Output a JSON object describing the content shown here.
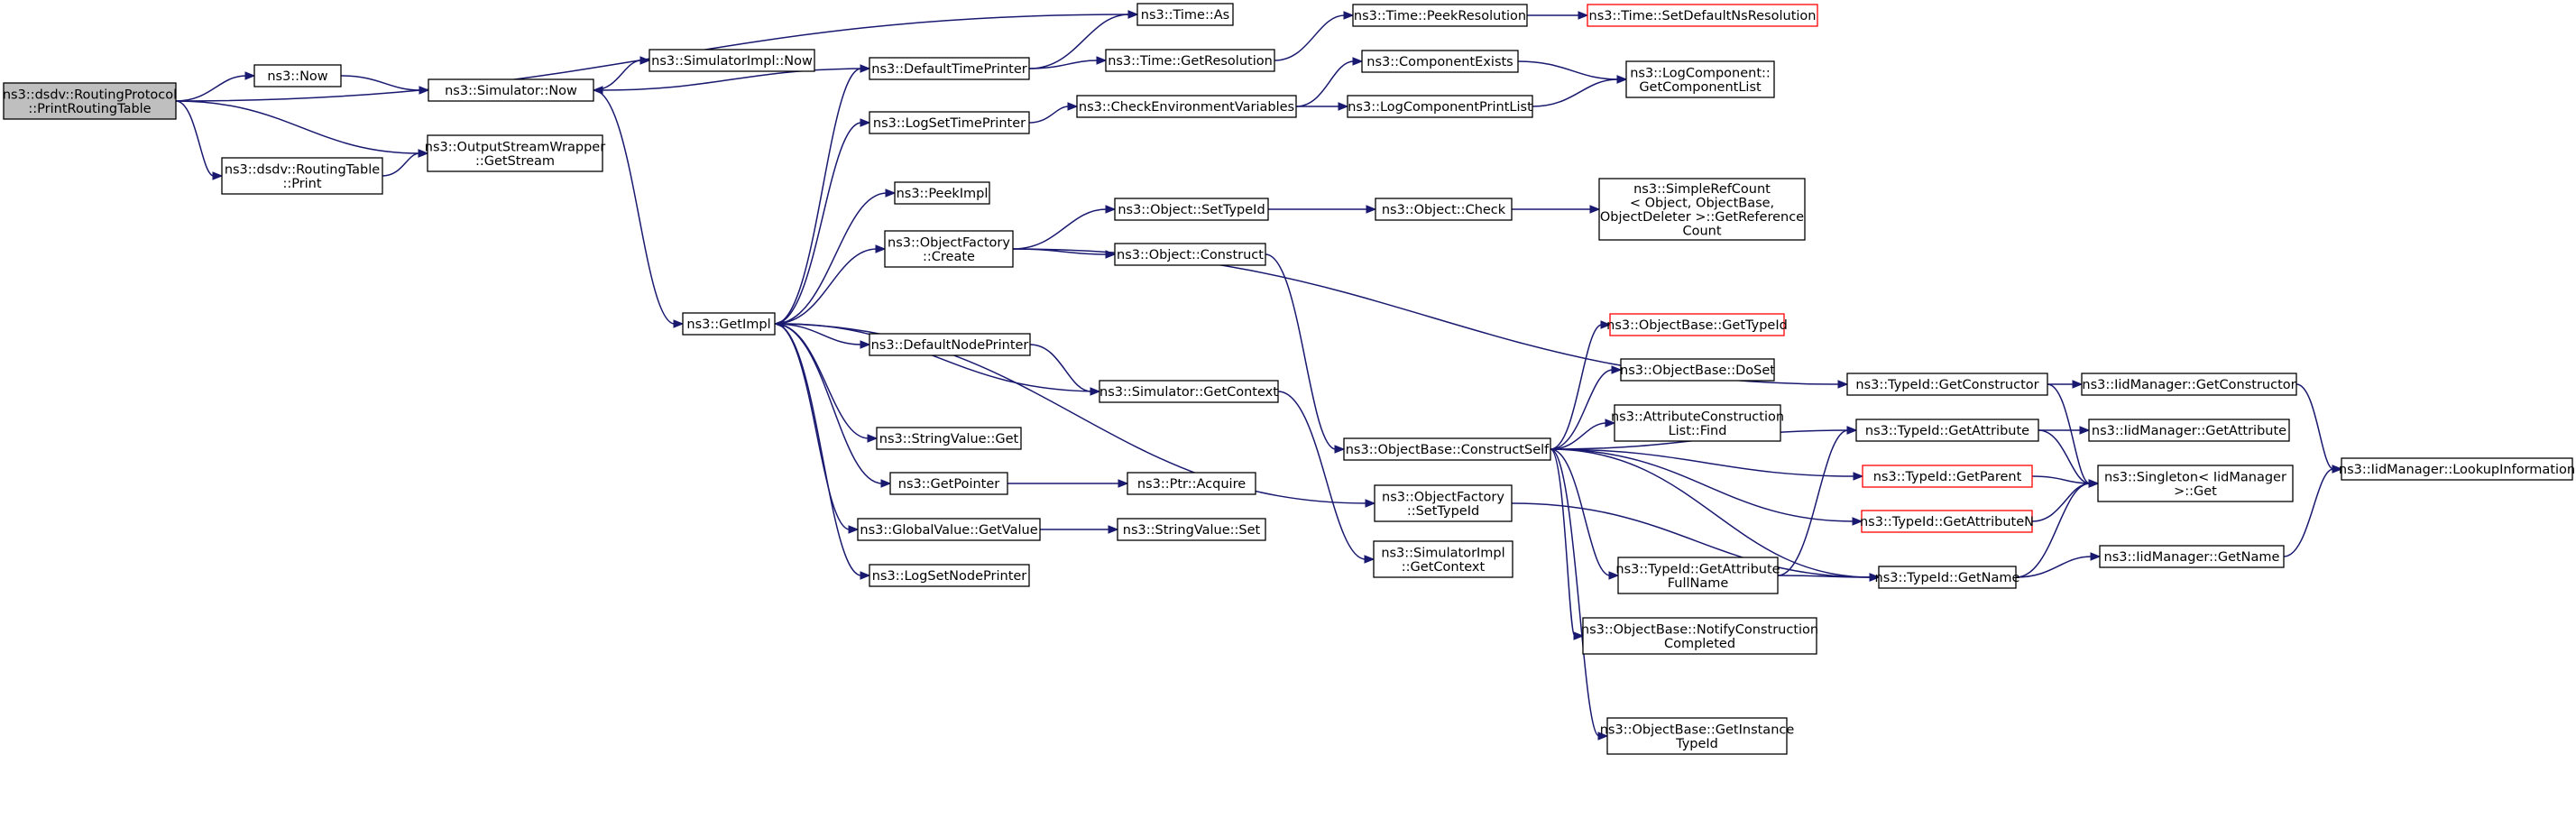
{
  "graph": {
    "edge_color": "#191970",
    "node_border": "#000000",
    "truncated_border": "#ff0000",
    "root_fill": "#bfbfbf",
    "nodes": [
      {
        "id": "root",
        "lines": [
          "ns3::dsdv::RoutingProtocol",
          "::PrintRoutingTable"
        ],
        "root": true
      },
      {
        "id": "now",
        "lines": [
          "ns3::Now"
        ]
      },
      {
        "id": "rtprint",
        "lines": [
          "ns3::dsdv::RoutingTable",
          "::Print"
        ]
      },
      {
        "id": "osw",
        "lines": [
          "ns3::OutputStreamWrapper",
          "::GetStream"
        ]
      },
      {
        "id": "timeas",
        "lines": [
          "ns3::Time::As"
        ]
      },
      {
        "id": "simnow",
        "lines": [
          "ns3::Simulator::Now"
        ]
      },
      {
        "id": "simimplnow",
        "lines": [
          "ns3::SimulatorImpl::Now"
        ]
      },
      {
        "id": "getimpl",
        "lines": [
          "ns3::GetImpl"
        ]
      },
      {
        "id": "deftp",
        "lines": [
          "ns3::DefaultTimePrinter"
        ]
      },
      {
        "id": "logstp",
        "lines": [
          "ns3::LogSetTimePrinter"
        ]
      },
      {
        "id": "peekimpl",
        "lines": [
          "ns3::PeekImpl"
        ]
      },
      {
        "id": "ofcreate",
        "lines": [
          "ns3::ObjectFactory",
          "::Create"
        ]
      },
      {
        "id": "defnp",
        "lines": [
          "ns3::DefaultNodePrinter"
        ]
      },
      {
        "id": "simgetctx",
        "lines": [
          "ns3::Simulator::GetContext"
        ]
      },
      {
        "id": "strget",
        "lines": [
          "ns3::StringValue::Get"
        ]
      },
      {
        "id": "getptr",
        "lines": [
          "ns3::GetPointer"
        ]
      },
      {
        "id": "gvget",
        "lines": [
          "ns3::GlobalValue::GetValue"
        ]
      },
      {
        "id": "logsnp",
        "lines": [
          "ns3::LogSetNodePrinter"
        ]
      },
      {
        "id": "timegetres",
        "lines": [
          "ns3::Time::GetResolution"
        ]
      },
      {
        "id": "checkenv",
        "lines": [
          "ns3::CheckEnvironmentVariables"
        ]
      },
      {
        "id": "objsettid",
        "lines": [
          "ns3::Object::SetTypeId"
        ]
      },
      {
        "id": "objcons",
        "lines": [
          "ns3::Object::Construct"
        ]
      },
      {
        "id": "ptracq",
        "lines": [
          "ns3::Ptr::Acquire"
        ]
      },
      {
        "id": "strset",
        "lines": [
          "ns3::StringValue::Set"
        ]
      },
      {
        "id": "peekres",
        "lines": [
          "ns3::Time::PeekResolution"
        ]
      },
      {
        "id": "setdefns",
        "lines": [
          "ns3::Time::SetDefaultNsResolution"
        ],
        "truncated": true
      },
      {
        "id": "compexists",
        "lines": [
          "ns3::ComponentExists"
        ]
      },
      {
        "id": "logcpl",
        "lines": [
          "ns3::LogComponentPrintList"
        ]
      },
      {
        "id": "logcgcl",
        "lines": [
          "ns3::LogComponent::",
          "GetComponentList"
        ]
      },
      {
        "id": "objcheck",
        "lines": [
          "ns3::Object::Check"
        ]
      },
      {
        "id": "srcget",
        "lines": [
          "ns3::SimpleRefCount",
          "< Object, ObjectBase,",
          "ObjectDeleter >::GetReference",
          "Count"
        ]
      },
      {
        "id": "obcs",
        "lines": [
          "ns3::ObjectBase::ConstructSelf"
        ]
      },
      {
        "id": "ofsettid",
        "lines": [
          "ns3::ObjectFactory",
          "::SetTypeId"
        ]
      },
      {
        "id": "simimplgc",
        "lines": [
          "ns3::SimulatorImpl",
          "::GetContext"
        ]
      },
      {
        "id": "obgtid",
        "lines": [
          "ns3::ObjectBase::GetTypeId"
        ],
        "truncated": true
      },
      {
        "id": "obdoset",
        "lines": [
          "ns3::ObjectBase::DoSet"
        ]
      },
      {
        "id": "aclfind",
        "lines": [
          "ns3::AttributeConstruction",
          "List::Find"
        ]
      },
      {
        "id": "tidgafn",
        "lines": [
          "ns3::TypeId::GetAttribute",
          "FullName"
        ]
      },
      {
        "id": "obnotify",
        "lines": [
          "ns3::ObjectBase::NotifyConstruction",
          "Completed"
        ]
      },
      {
        "id": "obgitid",
        "lines": [
          "ns3::ObjectBase::GetInstance",
          "TypeId"
        ]
      },
      {
        "id": "tidgc",
        "lines": [
          "ns3::TypeId::GetConstructor"
        ]
      },
      {
        "id": "tidga",
        "lines": [
          "ns3::TypeId::GetAttribute"
        ]
      },
      {
        "id": "tidgp",
        "lines": [
          "ns3::TypeId::GetParent"
        ],
        "truncated": true
      },
      {
        "id": "tidgan",
        "lines": [
          "ns3::TypeId::GetAttributeN"
        ],
        "truncated": true
      },
      {
        "id": "tidgn",
        "lines": [
          "ns3::TypeId::GetName"
        ]
      },
      {
        "id": "iidgc",
        "lines": [
          "ns3::IidManager::GetConstructor"
        ]
      },
      {
        "id": "iidga",
        "lines": [
          "ns3::IidManager::GetAttribute"
        ]
      },
      {
        "id": "singleton",
        "lines": [
          "ns3::Singleton< IidManager",
          " >::Get"
        ]
      },
      {
        "id": "iidgn",
        "lines": [
          "ns3::IidManager::GetName"
        ]
      },
      {
        "id": "iidlookup",
        "lines": [
          "ns3::IidManager::LookupInformation"
        ]
      }
    ],
    "edges": [
      [
        "root",
        "timeas"
      ],
      [
        "root",
        "now"
      ],
      [
        "root",
        "osw"
      ],
      [
        "root",
        "rtprint"
      ],
      [
        "rtprint",
        "osw"
      ],
      [
        "now",
        "simnow"
      ],
      [
        "simnow",
        "simimplnow"
      ],
      [
        "simnow",
        "getimpl"
      ],
      [
        "deftp",
        "simnow"
      ],
      [
        "deftp",
        "timeas"
      ],
      [
        "deftp",
        "timegetres"
      ],
      [
        "getimpl",
        "deftp"
      ],
      [
        "getimpl",
        "logstp"
      ],
      [
        "getimpl",
        "peekimpl"
      ],
      [
        "getimpl",
        "ofcreate"
      ],
      [
        "getimpl",
        "ofsettid"
      ],
      [
        "getimpl",
        "defnp"
      ],
      [
        "getimpl",
        "strget"
      ],
      [
        "getimpl",
        "getptr"
      ],
      [
        "getimpl",
        "gvget"
      ],
      [
        "getimpl",
        "logsnp"
      ],
      [
        "simgetctx",
        "getimpl"
      ],
      [
        "defnp",
        "simgetctx"
      ],
      [
        "simgetctx",
        "simimplgc"
      ],
      [
        "logstp",
        "checkenv"
      ],
      [
        "checkenv",
        "compexists"
      ],
      [
        "checkenv",
        "logcpl"
      ],
      [
        "compexists",
        "logcgcl"
      ],
      [
        "logcpl",
        "logcgcl"
      ],
      [
        "timegetres",
        "peekres"
      ],
      [
        "peekres",
        "setdefns"
      ],
      [
        "ofcreate",
        "objsettid"
      ],
      [
        "ofcreate",
        "objcons"
      ],
      [
        "ofcreate",
        "tidgc"
      ],
      [
        "objsettid",
        "objcheck"
      ],
      [
        "objcheck",
        "srcget"
      ],
      [
        "objcons",
        "obcs"
      ],
      [
        "getptr",
        "ptracq"
      ],
      [
        "gvget",
        "strset"
      ],
      [
        "ofsettid",
        "tidgn"
      ],
      [
        "obcs",
        "obgtid"
      ],
      [
        "obcs",
        "obdoset"
      ],
      [
        "obcs",
        "aclfind"
      ],
      [
        "obcs",
        "tidga"
      ],
      [
        "obcs",
        "tidgp"
      ],
      [
        "obcs",
        "tidgan"
      ],
      [
        "obcs",
        "tidgafn"
      ],
      [
        "obcs",
        "obnotify"
      ],
      [
        "obcs",
        "obgitid"
      ],
      [
        "obcs",
        "tidgn"
      ],
      [
        "tidgafn",
        "tidga"
      ],
      [
        "tidgafn",
        "tidgn"
      ],
      [
        "tidgc",
        "iidgc"
      ],
      [
        "tidgc",
        "singleton"
      ],
      [
        "tidga",
        "iidga"
      ],
      [
        "tidga",
        "singleton"
      ],
      [
        "tidgp",
        "singleton"
      ],
      [
        "tidgan",
        "singleton"
      ],
      [
        "tidgn",
        "iidgn"
      ],
      [
        "tidgn",
        "singleton"
      ],
      [
        "iidgc",
        "iidlookup"
      ],
      [
        "iidgn",
        "iidlookup"
      ]
    ]
  }
}
